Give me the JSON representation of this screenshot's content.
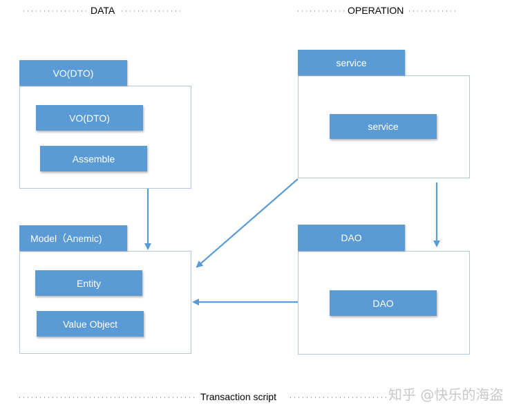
{
  "headings": {
    "data": "DATA",
    "operation": "OPERATION",
    "transaction": "Transaction script"
  },
  "vo_group": {
    "tab": "VO(DTO)",
    "items": [
      "VO(DTO)",
      "Assemble"
    ]
  },
  "model_group": {
    "tab": "Model（Anemic)",
    "items": [
      "Entity",
      "Value Object"
    ]
  },
  "service_group": {
    "tab": "service",
    "items": [
      "service"
    ]
  },
  "dao_group": {
    "tab": "DAO",
    "items": [
      "DAO"
    ]
  },
  "watermark": "知乎 @快乐的海盗",
  "colors": {
    "box_fill": "#5b9bd5",
    "box_text": "#ffffff",
    "frame_border": "#b4c7dc",
    "arrow": "#5b9bd5"
  }
}
